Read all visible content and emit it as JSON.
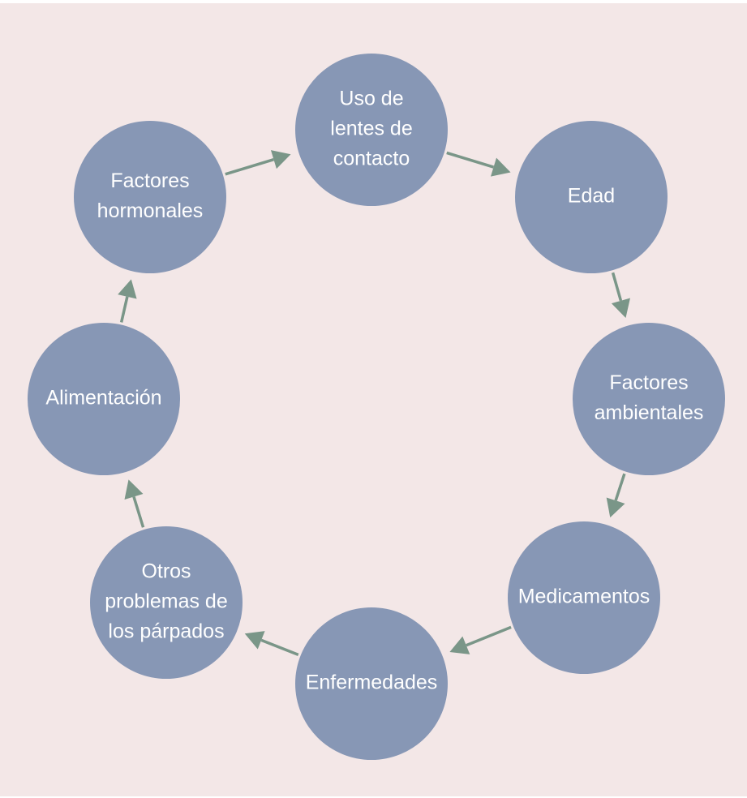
{
  "diagram": {
    "colors": {
      "background": "#f3e7e7",
      "node_fill": "#8797b5",
      "node_text": "#ffffff",
      "arrow": "#7a9688"
    },
    "nodes": [
      {
        "id": "uso-lentes",
        "lines": [
          "Uso de",
          "lentes de",
          "contacto"
        ]
      },
      {
        "id": "edad",
        "lines": [
          "Edad"
        ]
      },
      {
        "id": "factores-ambientales",
        "lines": [
          "Factores",
          "ambientales"
        ]
      },
      {
        "id": "medicamentos",
        "lines": [
          "Medicamentos"
        ]
      },
      {
        "id": "enfermedades",
        "lines": [
          "Enfermedades"
        ]
      },
      {
        "id": "otros-problemas",
        "lines": [
          "Otros",
          "problemas de",
          "los párpados"
        ]
      },
      {
        "id": "alimentacion",
        "lines": [
          "Alimentación"
        ]
      },
      {
        "id": "factores-hormonales",
        "lines": [
          "Factores",
          "hormonales"
        ]
      }
    ],
    "edges": [
      {
        "from": "uso-lentes",
        "to": "edad"
      },
      {
        "from": "edad",
        "to": "factores-ambientales"
      },
      {
        "from": "factores-ambientales",
        "to": "medicamentos"
      },
      {
        "from": "medicamentos",
        "to": "enfermedades"
      },
      {
        "from": "enfermedades",
        "to": "otros-problemas"
      },
      {
        "from": "otros-problemas",
        "to": "alimentacion"
      },
      {
        "from": "alimentacion",
        "to": "factores-hormonales"
      },
      {
        "from": "factores-hormonales",
        "to": "uso-lentes"
      }
    ]
  }
}
